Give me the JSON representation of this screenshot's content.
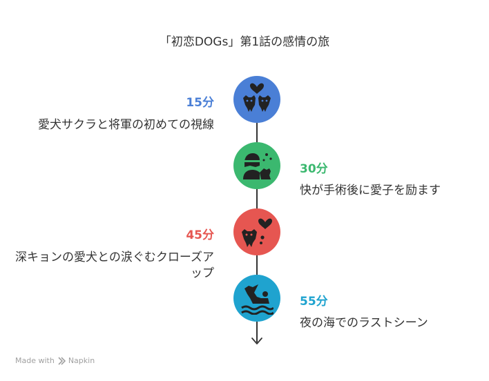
{
  "title": "「初恋DOGs」第1話の感情の旅",
  "steps": [
    {
      "time": "15分",
      "description": "愛犬サクラと将軍の初めての視線",
      "color": "#4a7fd6",
      "side": "left",
      "icon": "two-dogs-heart-icon"
    },
    {
      "time": "30分",
      "description": "快が手術後に愛子を励ます",
      "color": "#3bb86f",
      "side": "right",
      "icon": "person-with-dog-icon"
    },
    {
      "time": "45分",
      "description": "深キョンの愛犬との涙ぐむクローズアップ",
      "color": "#e65651",
      "side": "left",
      "icon": "dog-heart-icon"
    },
    {
      "time": "55分",
      "description": "夜の海でのラストシーン",
      "color": "#1fa3cf",
      "side": "right",
      "icon": "dog-in-sea-icon"
    }
  ],
  "footer": {
    "made_with": "Made with",
    "brand": "Napkin"
  }
}
